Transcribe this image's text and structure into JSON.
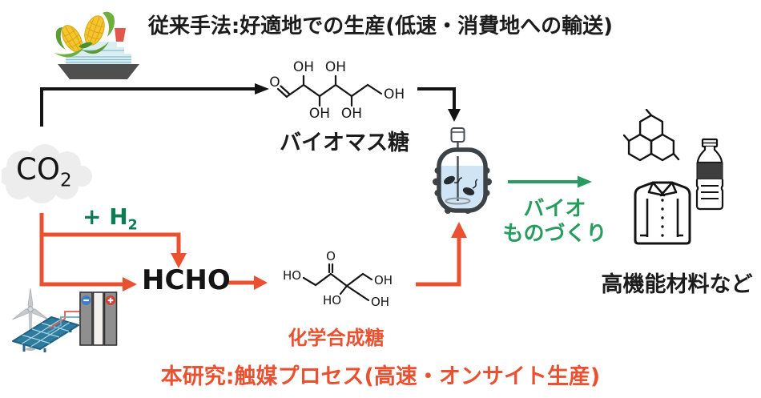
{
  "colors": {
    "text_black": "#1c1c1c",
    "orange_accent": "#ea5130",
    "green_h2": "#0d7d53",
    "green_bio": "#279c5f",
    "cloud_gray": "#ededed",
    "reactor_liquid": "#cfe5f6"
  },
  "header": {
    "title": "従来手法:好適地での生産(低速・消費地への輸送)"
  },
  "footer": {
    "title": "本研究:触媒プロセス(高速・オンサイト生産)"
  },
  "nodes": {
    "co2": {
      "formula": "CO",
      "subscript": "2"
    },
    "h2": {
      "prefix": "+ H",
      "subscript": "2"
    },
    "hcho": "HCHO",
    "biomass_sugar": "バイオマス糖",
    "synthetic_sugar": "化学合成糖",
    "bio_manufacturing": {
      "line1": "バイオ",
      "line2": "ものづくり"
    },
    "materials": "高機能材料など"
  },
  "molecules": {
    "glucose": {
      "o": "O",
      "oh_top1": "OH",
      "oh_top2": "OH",
      "oh_bot1": "OH",
      "oh_bot2": "OH",
      "oh_end": "OH"
    },
    "synthetic": {
      "ho_left": "HO",
      "o_top": "O",
      "ho_bottom": "HO",
      "oh_upper": "OH",
      "oh_lower": "OH"
    }
  },
  "icons": {
    "corn_ship": "corn-and-cargo-ship",
    "renewables": "wind-turbine-solar-panel-electrolyzer",
    "bioreactor": "stirred-tank-bioreactor-with-microbes",
    "polymer": "polymer-molecule",
    "bottle": "plastic-bottle",
    "shirt": "dress-shirt"
  }
}
